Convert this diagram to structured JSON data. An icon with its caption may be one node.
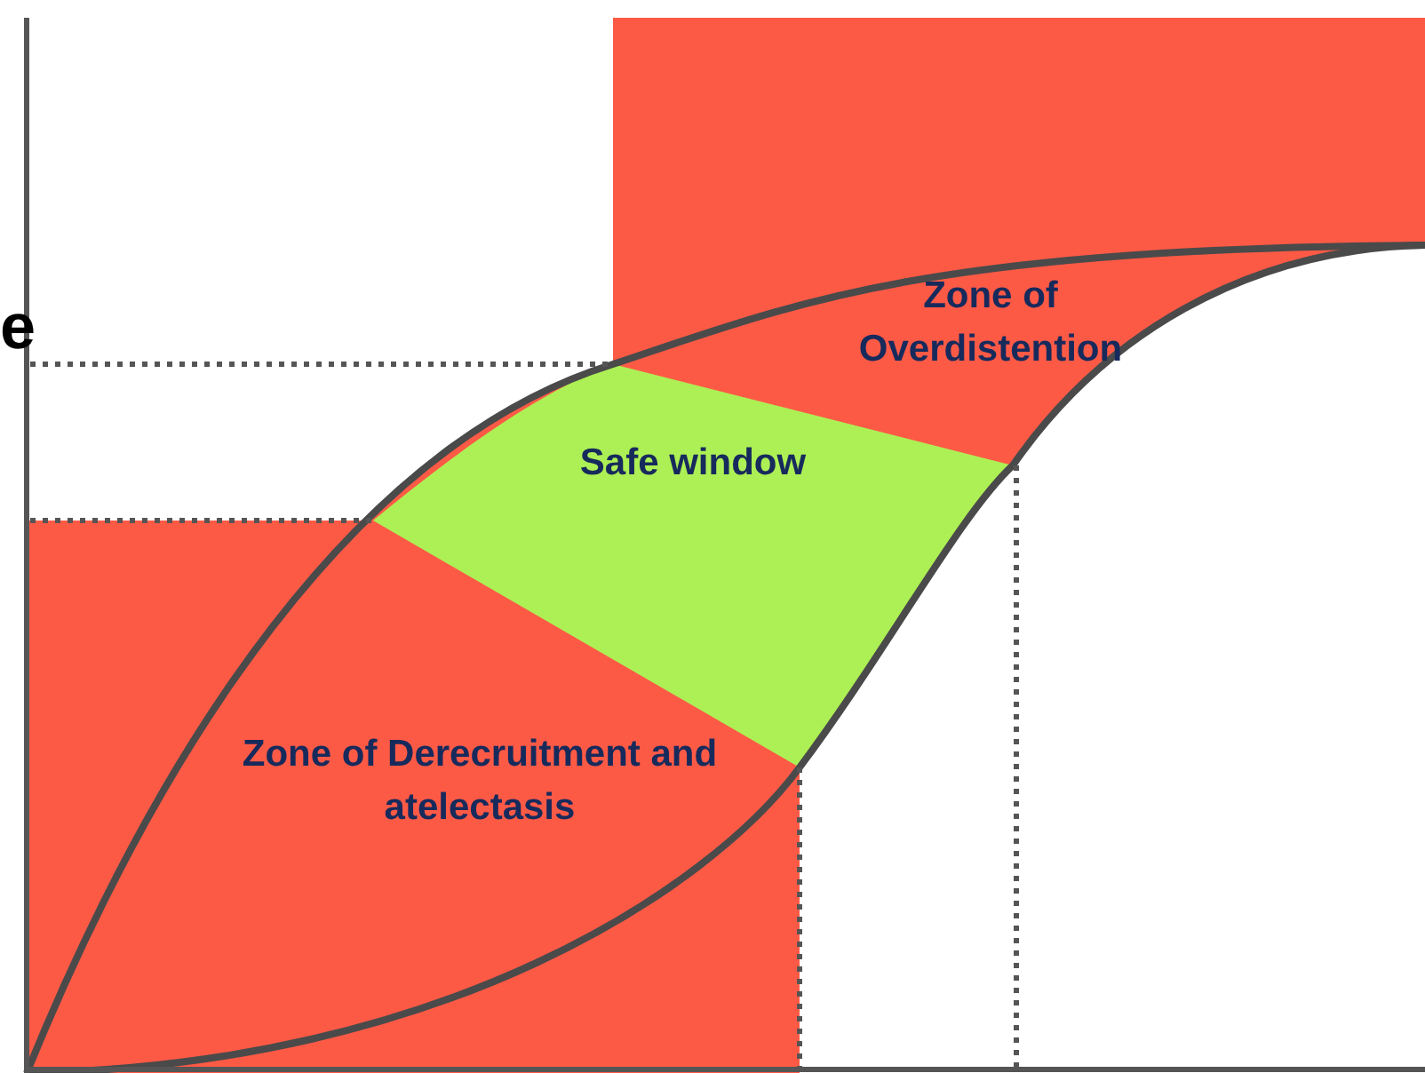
{
  "diagram": {
    "nodes": [
      {
        "text": [
          "Zone of Overdistention"
        ]
      },
      {
        "text": [
          "Safe window"
        ]
      },
      {
        "text": [
          "Zone of Derecruitment and atelectasis"
        ]
      }
    ],
    "labels": [
      "e"
    ]
  }
}
